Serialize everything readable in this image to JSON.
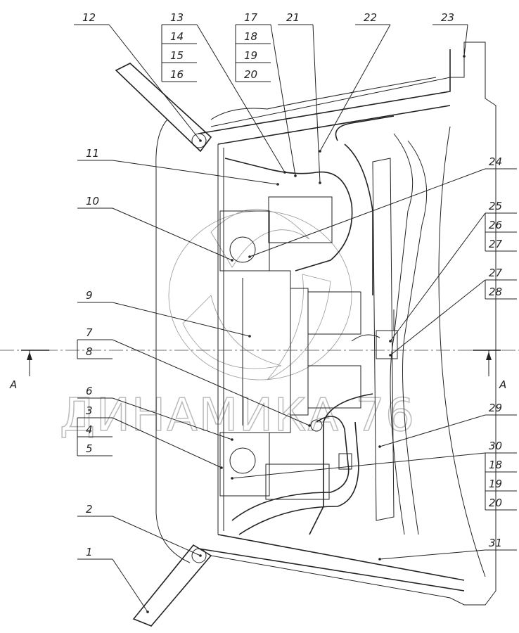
{
  "watermark": "ДИНАМИКА 76",
  "section_marker": "A",
  "labels": {
    "top": [
      {
        "group": [
          "12"
        ]
      },
      {
        "group": [
          "13",
          "14",
          "15",
          "16"
        ]
      },
      {
        "group": [
          "17",
          "18",
          "19",
          "20"
        ]
      },
      {
        "group": [
          "21"
        ]
      },
      {
        "group": [
          "22"
        ]
      },
      {
        "group": [
          "23"
        ]
      }
    ],
    "left": [
      {
        "group": [
          "11"
        ]
      },
      {
        "group": [
          "10"
        ]
      },
      {
        "group": [
          "9"
        ]
      },
      {
        "group": [
          "7",
          "8"
        ]
      },
      {
        "group": [
          "6"
        ]
      },
      {
        "group": [
          "3",
          "4",
          "5"
        ]
      },
      {
        "group": [
          "2"
        ]
      },
      {
        "group": [
          "1"
        ]
      }
    ],
    "right": [
      {
        "group": [
          "24"
        ]
      },
      {
        "group": [
          "25",
          "26",
          "27"
        ]
      },
      {
        "group": [
          "27",
          "28"
        ]
      },
      {
        "group": [
          "29"
        ]
      },
      {
        "group": [
          "30",
          "18",
          "19",
          "20"
        ]
      },
      {
        "group": [
          "31"
        ]
      }
    ]
  }
}
